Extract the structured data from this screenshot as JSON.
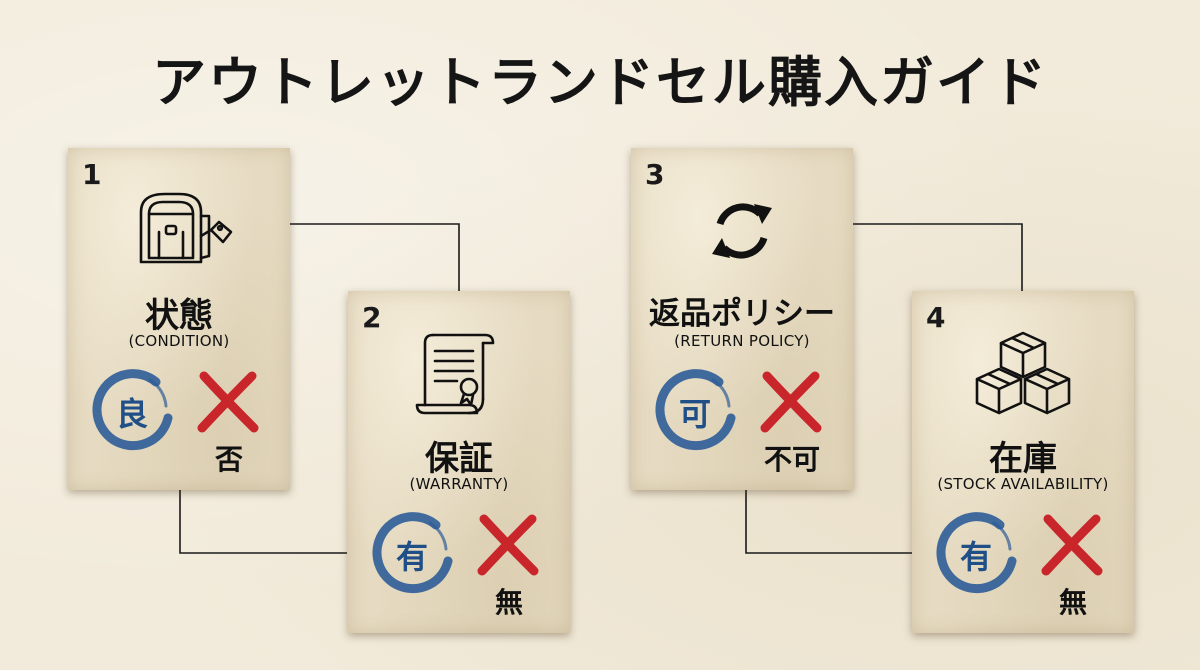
{
  "title": "アウトレットランドセル購入ガイド",
  "colors": {
    "background": "#f2ebdb",
    "card": "#e6dbc2",
    "enso_blue": "#2e5c98",
    "cross_red": "#c8262a",
    "line": "#1a1a1a"
  },
  "cards": [
    {
      "number": "1",
      "icon": "randoseru-backpack-icon",
      "label_jp": "状態",
      "label_en": "(CONDITION)",
      "good": "良",
      "bad": "否"
    },
    {
      "number": "2",
      "icon": "certificate-scroll-icon",
      "label_jp": "保証",
      "label_en": "(WARRANTY)",
      "good": "有",
      "bad": "無"
    },
    {
      "number": "3",
      "icon": "refresh-arrows-icon",
      "label_jp": "返品ポリシー",
      "label_en": "(RETURN POLICY)",
      "good": "可",
      "bad": "不可"
    },
    {
      "number": "4",
      "icon": "stacked-boxes-icon",
      "label_jp": "在庫",
      "label_en": "(STOCK AVAILABILITY)",
      "good": "有",
      "bad": "無"
    }
  ]
}
